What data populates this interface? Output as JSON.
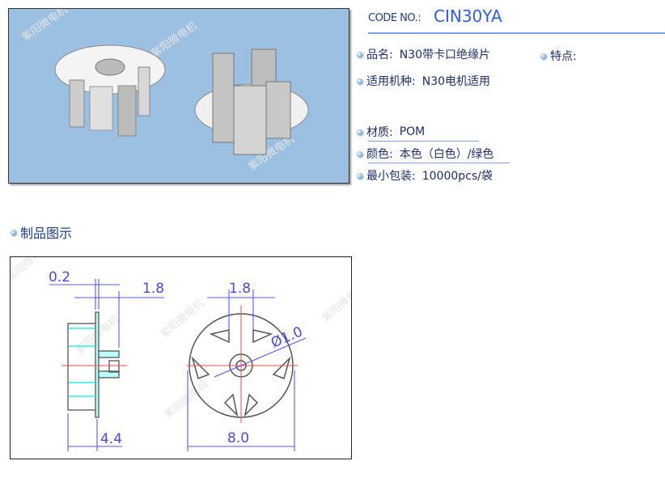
{
  "header": {
    "code_label": "CODE NO.:",
    "code_value": "CIN30YA"
  },
  "specs": [
    {
      "label": "品名:",
      "value": "N30带卡口绝缘片"
    },
    {
      "label": "特点:",
      "value": ""
    },
    {
      "label": "适用机种:",
      "value": "N30电机适用"
    },
    {
      "label": "材质:",
      "value": "POM"
    },
    {
      "label": "颜色:",
      "value": "本色（白色）/绿色"
    },
    {
      "label": "最小包装:",
      "value": "10000pcs/袋"
    }
  ],
  "section": {
    "title": "制品图示"
  },
  "drawing": {
    "dims": {
      "thin": "0.2",
      "height": "1.8",
      "slot": "1.8",
      "hole": "Ø1.0",
      "width": "4.4",
      "diameter": "8.0"
    }
  },
  "watermark": "紫阳微电机",
  "colors": {
    "accent": "#2a5ee8",
    "photo_bg": "#9cc0e2",
    "dimension": "#4a4adf",
    "centerline": "#ff3b3b"
  }
}
